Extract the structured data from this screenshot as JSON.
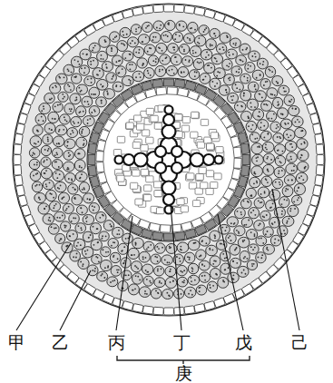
{
  "diagram": {
    "labels": [
      "甲",
      "乙",
      "丙",
      "丁",
      "戊",
      "己",
      "庚"
    ]
  }
}
